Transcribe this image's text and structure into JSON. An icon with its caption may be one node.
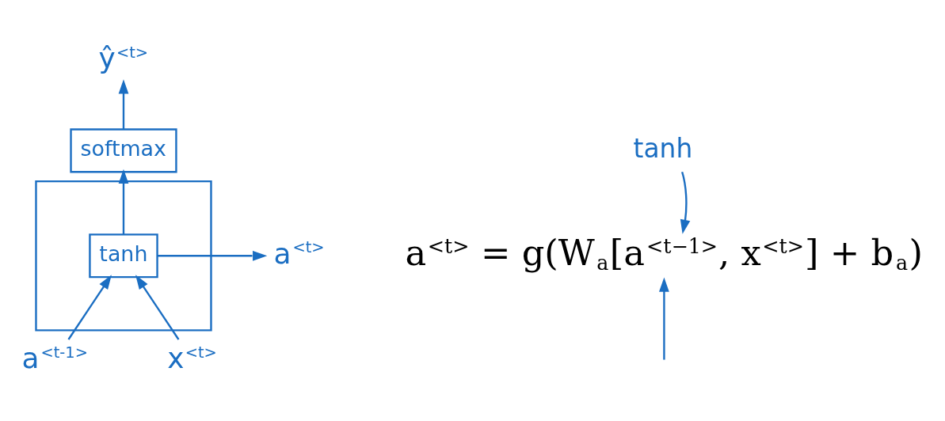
{
  "diagram": {
    "nodes": [
      {
        "text": [
          "ŷ$^{<t>}$"
        ]
      },
      {
        "text": [
          "softmax"
        ]
      },
      {
        "text": [],
        "shape": "box"
      },
      {
        "text": [
          "tanh"
        ],
        "in": 2
      },
      {
        "text": [
          "a$^{<t-1>}$"
        ]
      },
      {
        "text": [
          "a$^{<t>}$"
        ]
      },
      {
        "text": [
          "x$^{<t>}$"
        ]
      },
      {
        "text": [
          "tanh"
        ]
      },
      {
        "text": [
          "a$^{<t>}$ = g(W$_{a}$[a$^{<t−1>}$, x$^{<t>}$] + b$_{a}$)"
        ]
      }
    ],
    "edges": [
      {
        "from": 4,
        "to": 3,
        "arrow": "to"
      },
      {
        "from": 6,
        "to": 3,
        "arrow": "to"
      },
      {
        "from": 3,
        "to": 5,
        "arrow": "to"
      },
      {
        "from": 3,
        "to": 1,
        "arrow": "to"
      },
      {
        "from": 1,
        "to": 0,
        "arrow": "to"
      },
      {
        "from": 7,
        "to": 8,
        "arrow": "to"
      },
      {
        "from": null,
        "to": 8,
        "arrow": "to"
      }
    ]
  }
}
